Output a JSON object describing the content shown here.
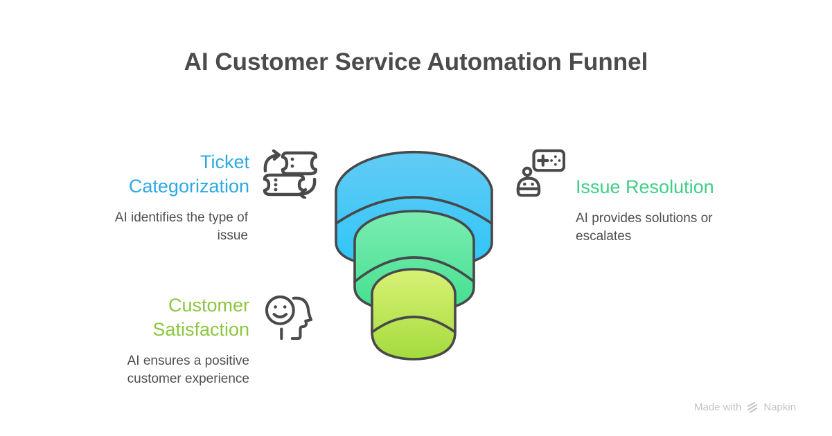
{
  "title": "AI Customer Service Automation Funnel",
  "stages": [
    {
      "id": "ticket-categorization",
      "label": "Ticket Categorization",
      "description": "AI identifies the type of issue",
      "color": "#2ba9e0",
      "icon": "tickets-cycle-icon",
      "side": "left"
    },
    {
      "id": "issue-resolution",
      "label": "Issue Resolution",
      "description": "AI provides solutions or escalates",
      "color": "#3fce87",
      "icon": "robot-assistant-icon",
      "side": "right"
    },
    {
      "id": "customer-satisfaction",
      "label": "Customer Satisfaction",
      "description": "AI ensures a positive customer experience",
      "color": "#8dc63f",
      "icon": "smiley-head-icon",
      "side": "left"
    }
  ],
  "funnel": {
    "levels": [
      {
        "name": "top",
        "gradient_top": "#62cbf4",
        "gradient_bottom": "#2ec6f8"
      },
      {
        "name": "middle",
        "gradient_top": "#7bedb1",
        "gradient_bottom": "#44df90"
      },
      {
        "name": "bottom",
        "gradient_top": "#d9f175",
        "gradient_bottom": "#a4db3d"
      }
    ],
    "outline_color": "#47484a"
  },
  "watermark": {
    "prefix": "Made with",
    "brand": "Napkin",
    "color": "#c0c3c6"
  }
}
